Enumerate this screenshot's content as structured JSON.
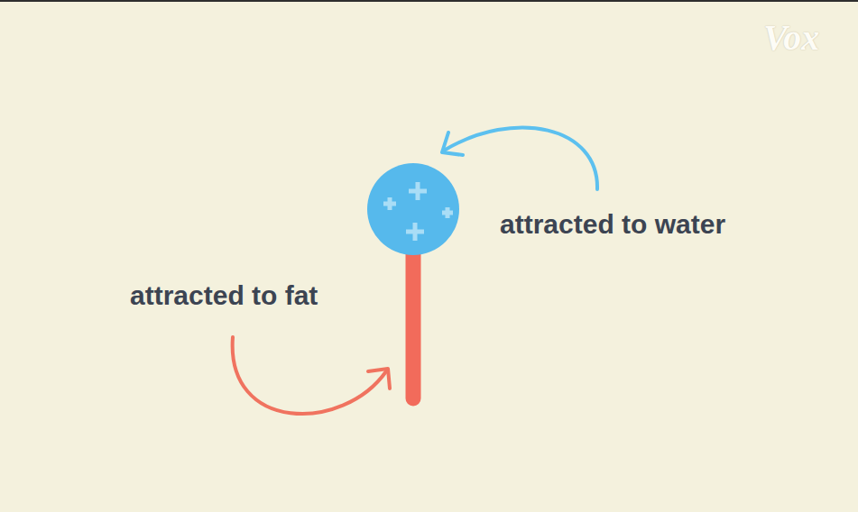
{
  "diagram": {
    "labels": [
      "Vox",
      "attracted to water",
      "attracted to fat"
    ]
  }
}
